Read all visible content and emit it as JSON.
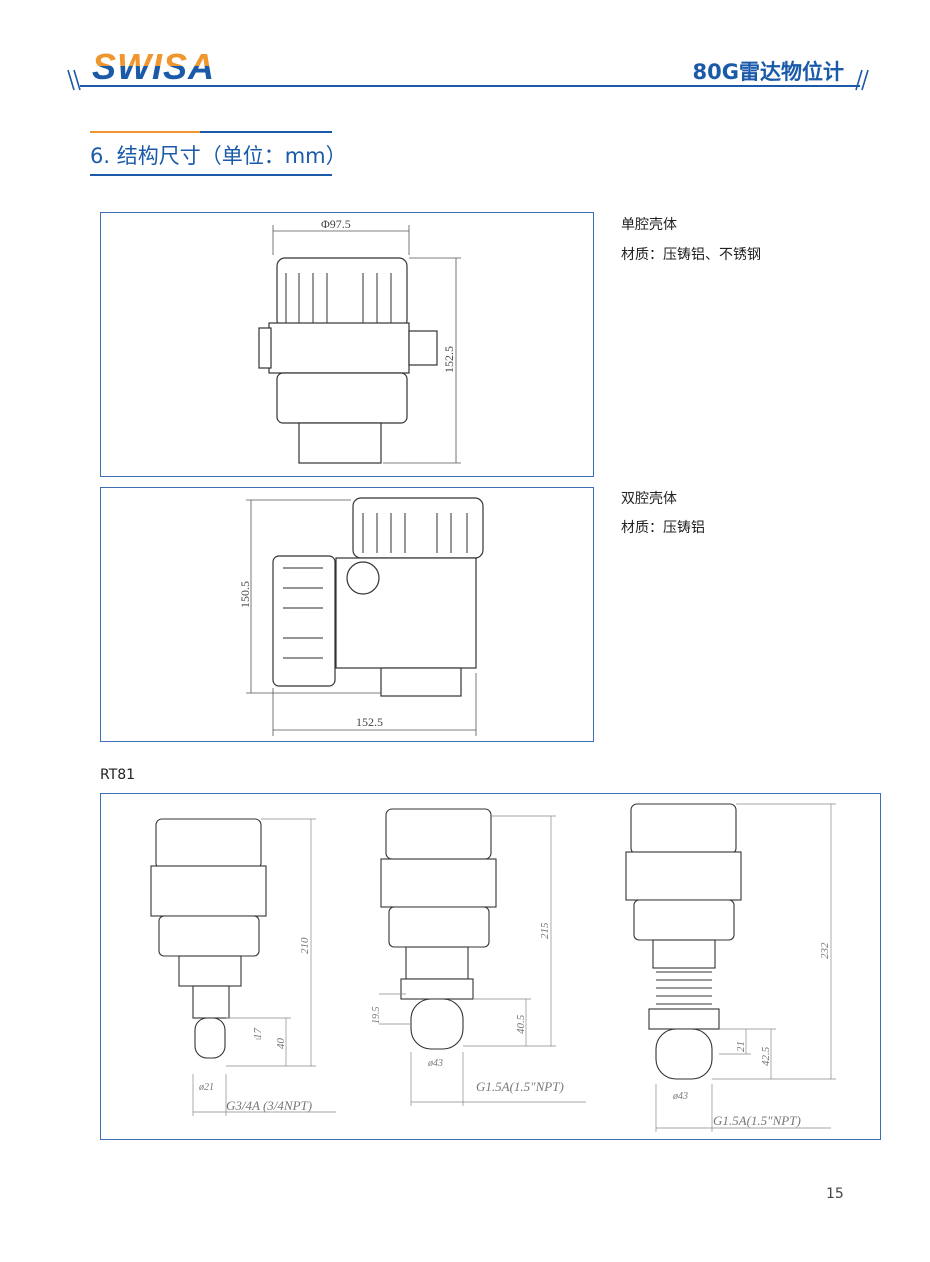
{
  "header": {
    "logo": "SWISA",
    "title": "80G雷达物位计"
  },
  "section": {
    "title": "6. 结构尺寸（单位：mm）"
  },
  "single": {
    "name": "单腔壳体",
    "material": "材质：压铸铝、不锈钢",
    "width_dim": "Φ97.5",
    "height_dim": "152.5"
  },
  "double": {
    "name": "双腔壳体",
    "material": "材质：压铸铝",
    "height_dim": "150.5",
    "width_dim": "152.5"
  },
  "rt81": {
    "label": "RT81",
    "a": {
      "h": "210",
      "d1": "17",
      "d2": "40",
      "dia": "ø21",
      "thread": "G3/4A (3/4NPT)"
    },
    "b": {
      "h": "215",
      "d1": "19.5",
      "d2": "40.5",
      "dia": "ø43",
      "thread": "G1.5A(1.5\"NPT)"
    },
    "c": {
      "h": "232",
      "d1": "21",
      "d2": "42.5",
      "dia": "ø43",
      "thread": "G1.5A(1.5\"NPT)"
    }
  },
  "page_number": "15"
}
